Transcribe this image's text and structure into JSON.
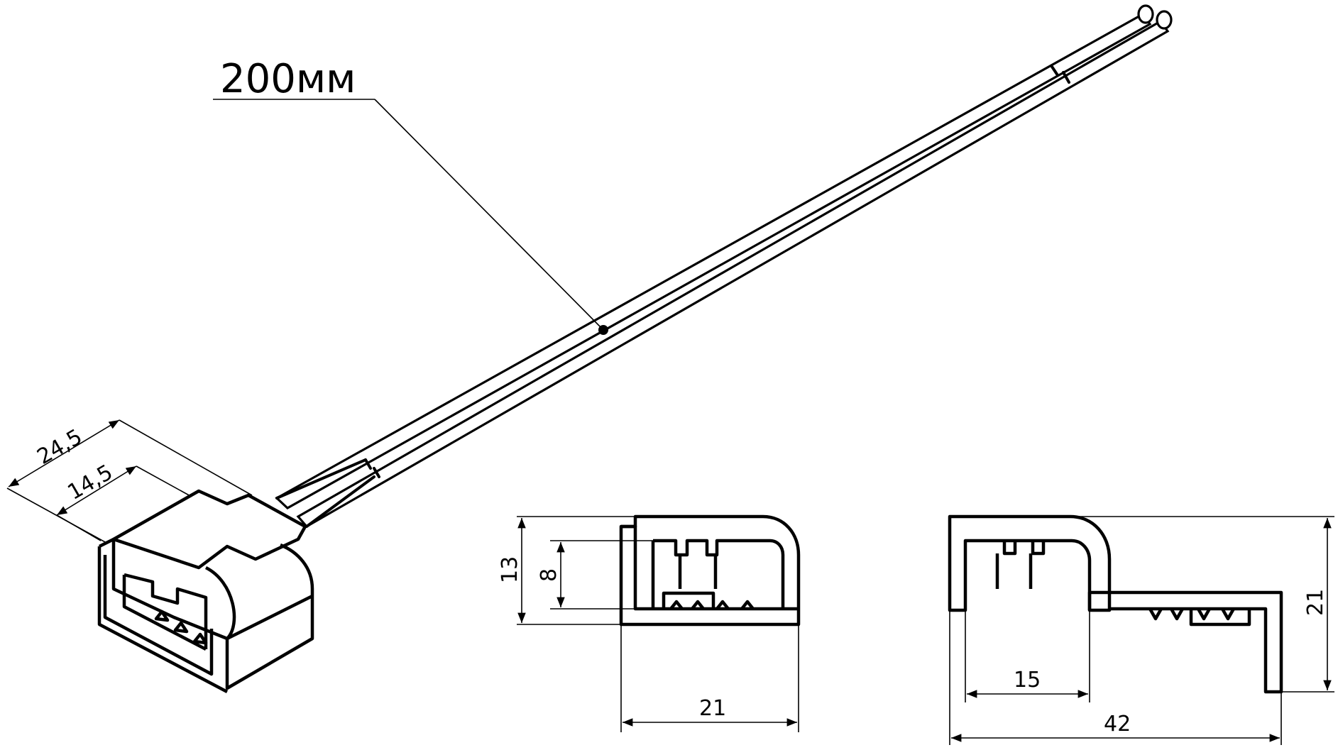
{
  "drawing": {
    "wire_length_label": "200мм",
    "iso_view": {
      "dim_overall_width": "24,5",
      "dim_inner_width": "14,5"
    },
    "side_view": {
      "dim_height_total": "13",
      "dim_height_inner": "8",
      "dim_width": "21"
    },
    "front_view": {
      "dim_height": "21",
      "dim_inner_width": "15",
      "dim_total_width": "42"
    }
  }
}
